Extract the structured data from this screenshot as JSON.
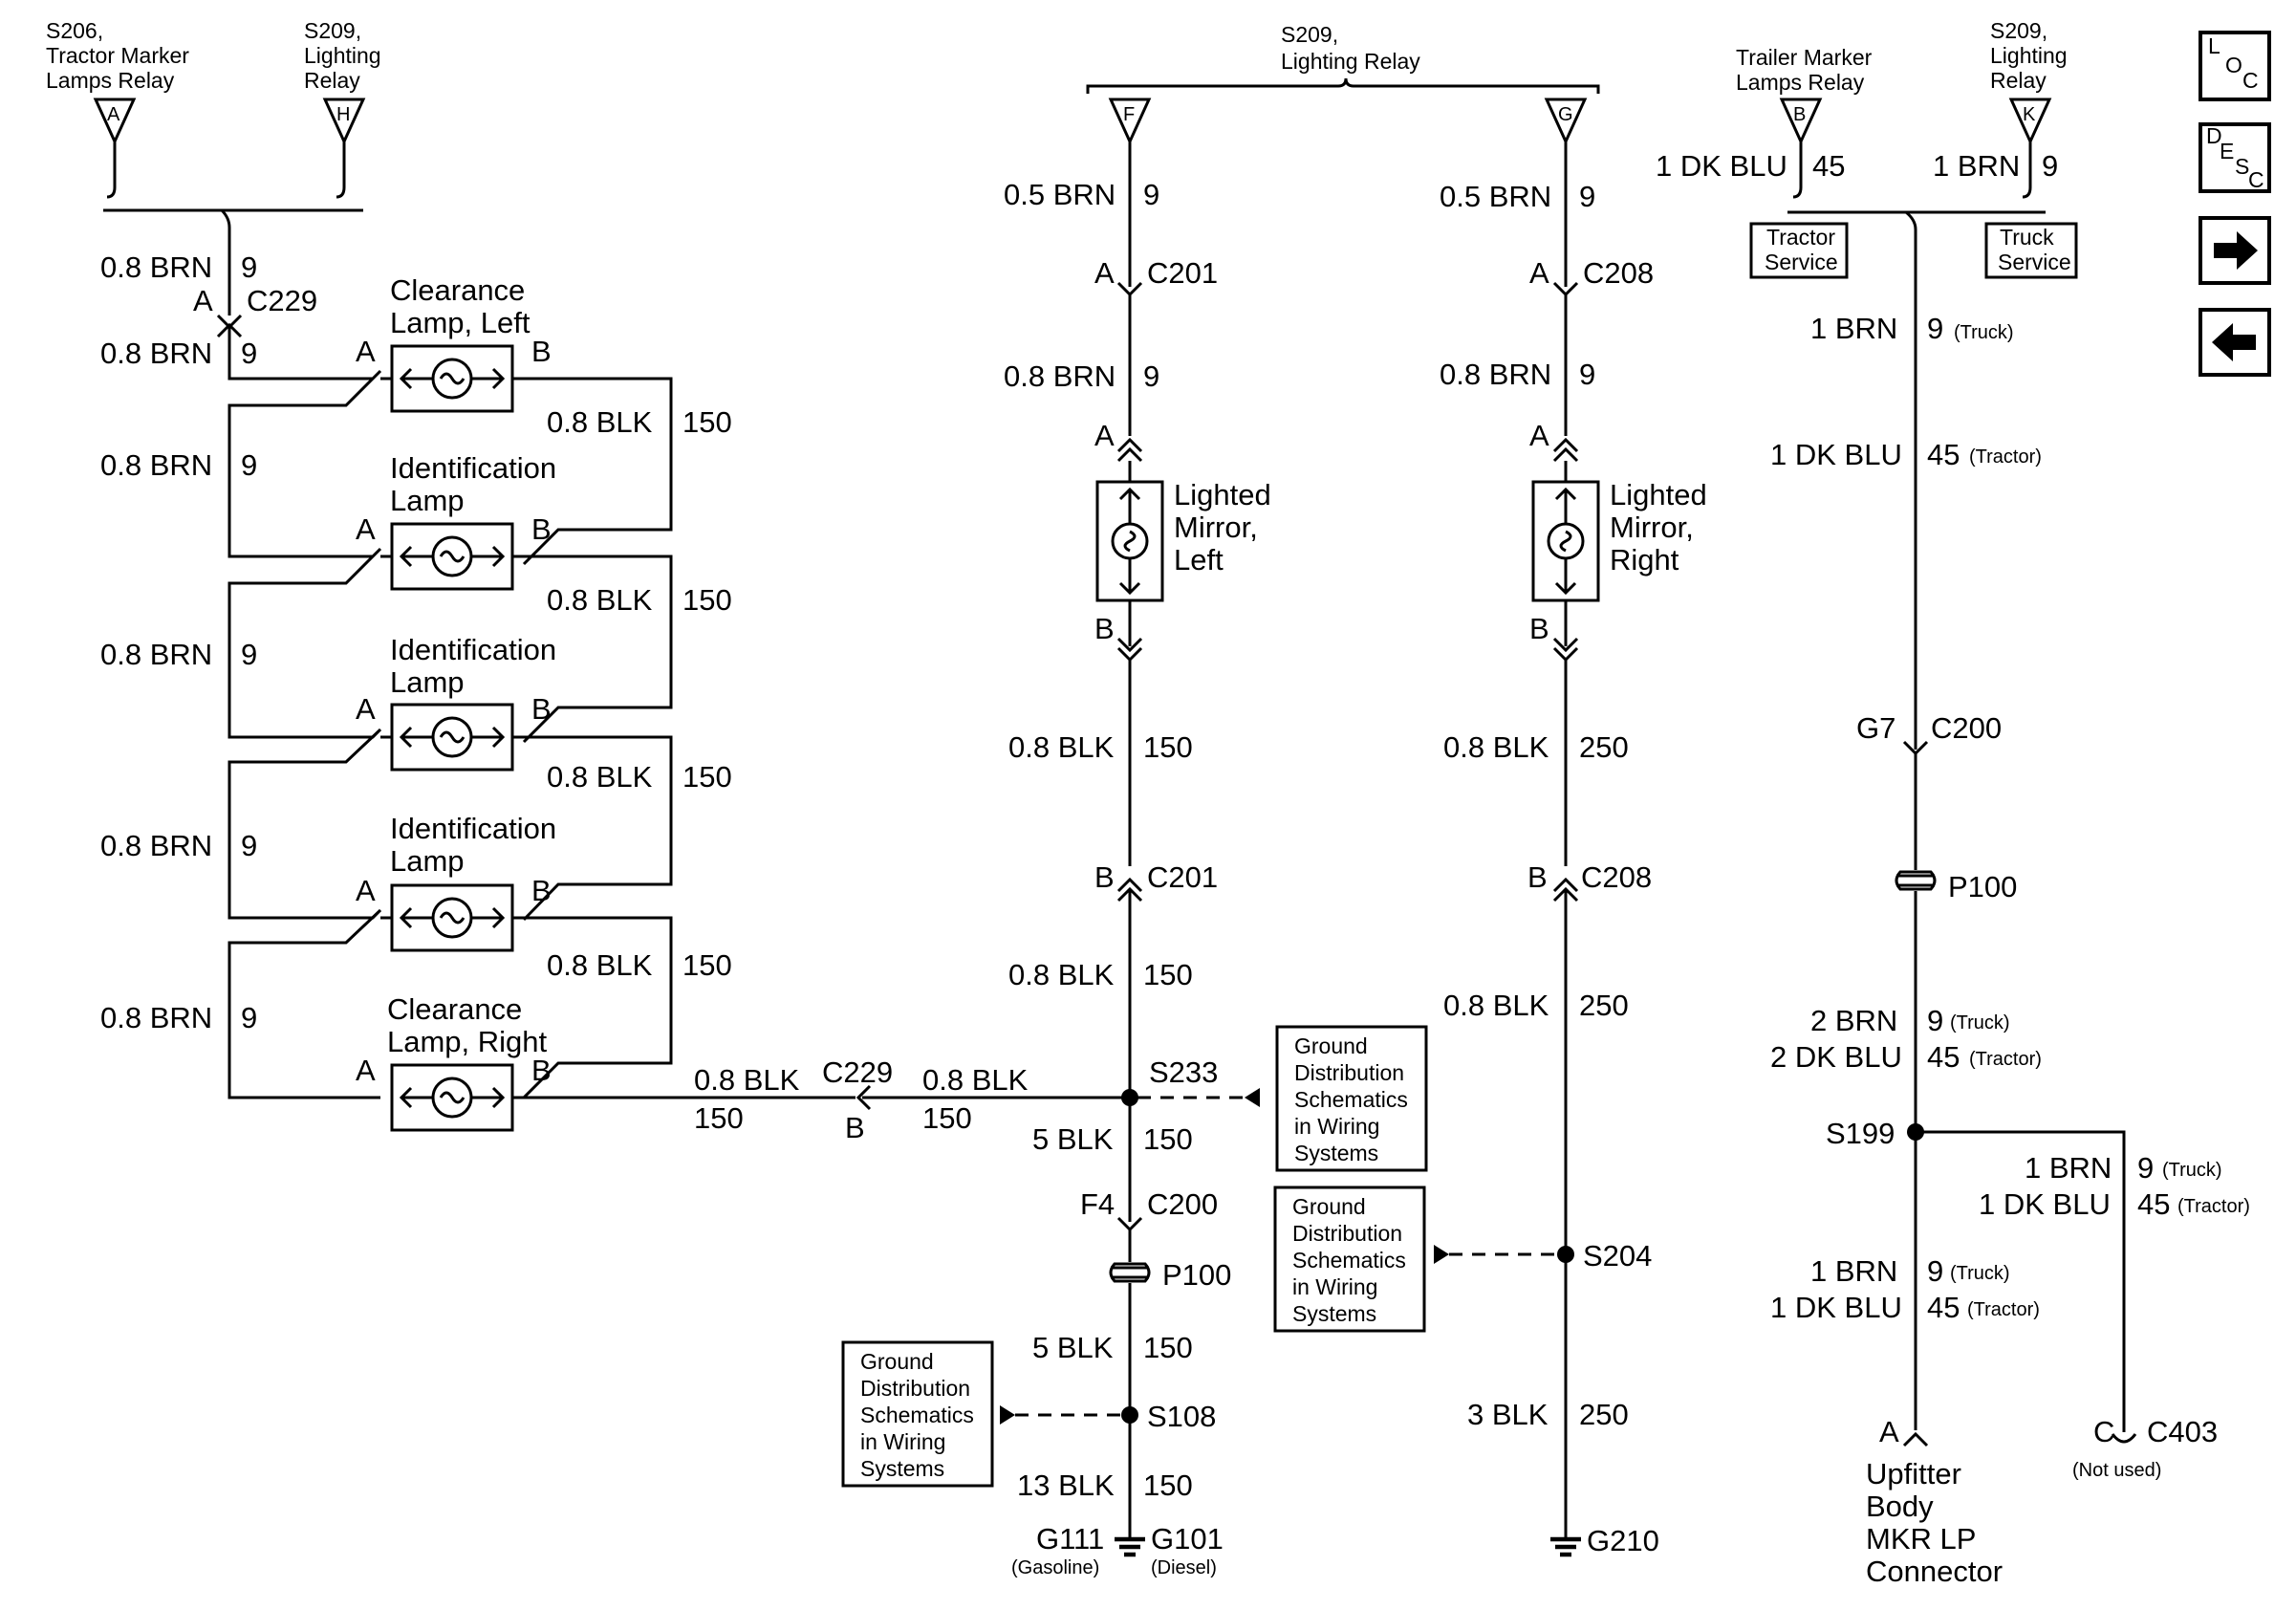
{
  "relays": {
    "s206": {
      "line1": "S206,",
      "line2": "Tractor Marker",
      "line3": "Lamps Relay",
      "pin": "A"
    },
    "s209h": {
      "line1": "S209,",
      "line2": "Lighting",
      "line3": "Relay",
      "pin": "H"
    },
    "s209fg": {
      "line1": "S209,",
      "line2": "Lighting Relay",
      "pin_f": "F",
      "pin_g": "G"
    },
    "trailer": {
      "line1": "Trailer Marker",
      "line2": "Lamps Relay",
      "pin": "B"
    },
    "s209k": {
      "line1": "S209,",
      "line2": "Lighting",
      "line3": "Relay",
      "pin": "K"
    }
  },
  "left": {
    "wire_brn": "0.8 BRN",
    "circuit_9": "9",
    "wire_blk": "0.8 BLK",
    "circuit_150": "150",
    "pin_a": "A",
    "pin_b": "B",
    "c229": "C229",
    "lamp1": {
      "line1": "Clearance",
      "line2": "Lamp, Left"
    },
    "lamp2": {
      "line1": "Identification",
      "line2": "Lamp"
    },
    "lamp3": {
      "line1": "Identification",
      "line2": "Lamp"
    },
    "lamp4": {
      "line1": "Identification",
      "line2": "Lamp"
    },
    "lamp5": {
      "line1": "Clearance",
      "line2": "Lamp, Right"
    }
  },
  "mid": {
    "wire_05brn": "0.5 BRN",
    "wire_08brn": "0.8 BRN",
    "wire_08blk": "0.8 BLK",
    "wire_5blk": "5 BLK",
    "wire_13blk": "13 BLK",
    "wire_3blk": "3 BLK",
    "circuit_9": "9",
    "circuit_150": "150",
    "circuit_250": "250",
    "pin_a": "A",
    "pin_b": "B",
    "c201": "C201",
    "c208": "C208",
    "c200": "C200",
    "f4": "F4",
    "p100": "P100",
    "s233": "S233",
    "s204": "S204",
    "s108": "S108",
    "g111": "G111",
    "g111_note": "(Gasoline)",
    "g101": "G101",
    "g101_note": "(Diesel)",
    "g210": "G210",
    "mirror_left": {
      "line1": "Lighted",
      "line2": "Mirror,",
      "line3": "Left"
    },
    "mirror_right": {
      "line1": "Lighted",
      "line2": "Mirror,",
      "line3": "Right"
    }
  },
  "ground_ref": {
    "line1": "Ground",
    "line2": "Distribution",
    "line3": "Schematics",
    "line4": "in Wiring",
    "line5": "Systems"
  },
  "right": {
    "wire_1dkblu": "1 DK BLU",
    "wire_1brn": "1 BRN",
    "wire_2brn": "2 BRN",
    "wire_2dkblu": "2 DK BLU",
    "circuit_45": "45",
    "circuit_9": "9",
    "truck": "(Truck)",
    "tractor": "(Tractor)",
    "tractor_service": {
      "line1": "Tractor",
      "line2": "Service"
    },
    "truck_service": {
      "line1": "Truck",
      "line2": "Service"
    },
    "g7": "G7",
    "c200": "C200",
    "p100": "P100",
    "s199": "S199",
    "pin_a": "A",
    "pin_c": "C",
    "c403": "C403",
    "not_used": "(Not used)",
    "connector": {
      "line1": "Upfitter",
      "line2": "Body",
      "line3": "MKR LP",
      "line4": "Connector"
    }
  },
  "nav": {
    "loc": {
      "l": "L",
      "o": "O",
      "c": "C"
    },
    "desc": {
      "d": "D",
      "e": "E",
      "s": "S",
      "c": "C"
    }
  }
}
